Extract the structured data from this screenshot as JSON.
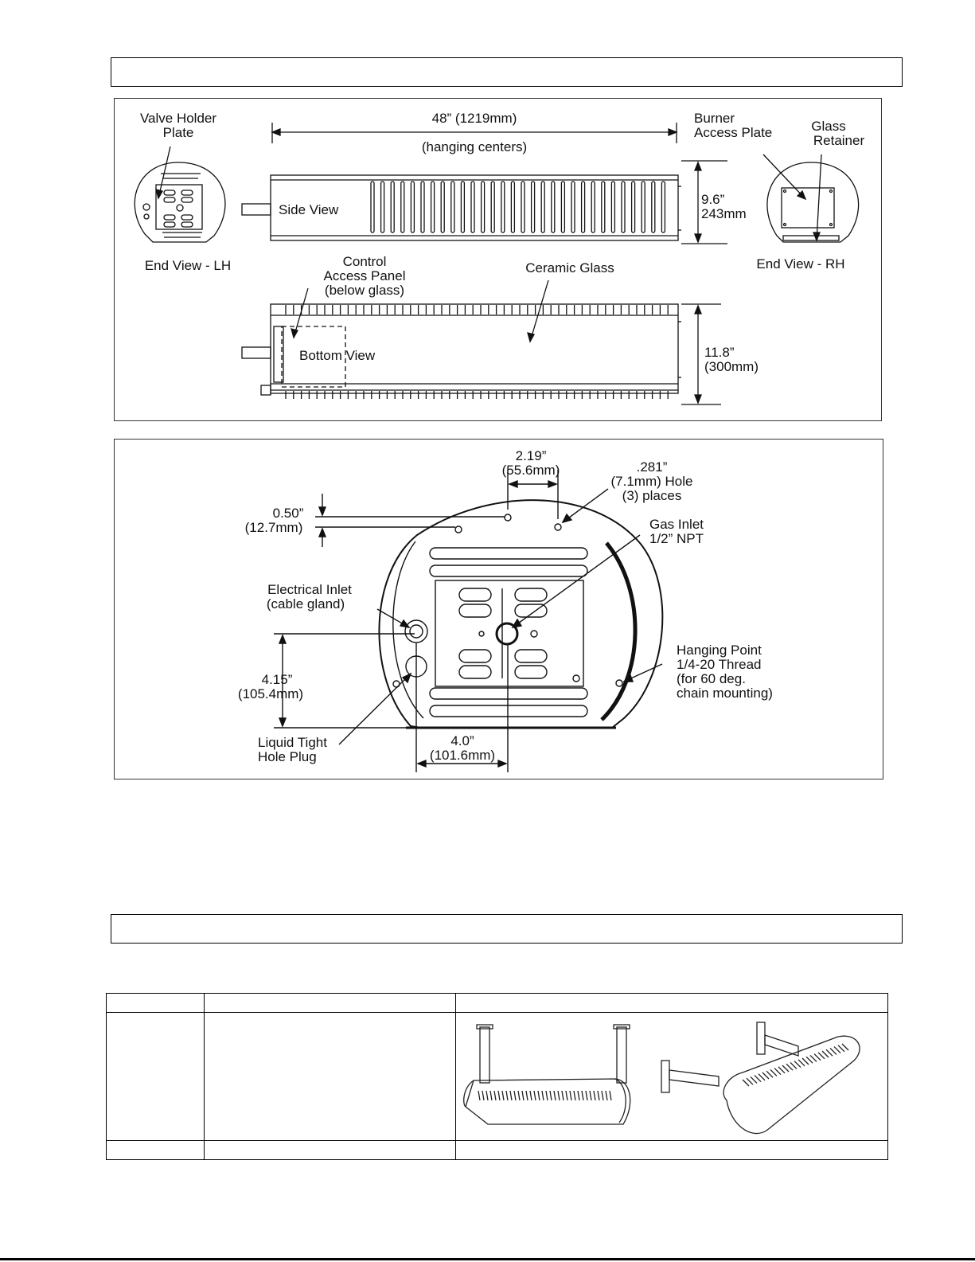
{
  "diagram_top": {
    "dim_length": "48” (1219mm)",
    "dim_length_note": "(hanging centers)",
    "valve_holder_line1": "Valve Holder",
    "valve_holder_line2": "Plate",
    "end_view_lh": "End View - LH",
    "side_view": "Side View",
    "burner_line1": "Burner",
    "burner_line2": "Access Plate",
    "glass_line1": "Glass",
    "glass_line2": "Retainer",
    "end_view_rh": "End View - RH",
    "height_line1": "9.6”",
    "height_line2": "243mm",
    "control_line1": "Control",
    "control_line2": "Access Panel",
    "control_line3": "(below glass)",
    "ceramic_glass": "Ceramic Glass",
    "bottom_view": "Bottom View",
    "width_line1": "11.8”",
    "width_line2": "(300mm)"
  },
  "diagram_end": {
    "dim_219_line1": "2.19”",
    "dim_219_line2": "(55.6mm)",
    "hole_line1": ".281”",
    "hole_line2": "(7.1mm) Hole",
    "hole_line3": "(3) places",
    "dim_050_line1": "0.50”",
    "dim_050_line2": "(12.7mm)",
    "gas_line1": "Gas Inlet",
    "gas_line2": "1/2” NPT",
    "elec_line1": "Electrical Inlet",
    "elec_line2": "(cable gland)",
    "dim_415_line1": "4.15”",
    "dim_415_line2": "(105.4mm)",
    "hang_line1": "Hanging Point",
    "hang_line2": "1/4-20 Thread",
    "hang_line3": "(for 60 deg.",
    "hang_line4": "chain mounting)",
    "plug_line1": "Liquid Tight",
    "plug_line2": "Hole Plug",
    "dim_40_line1": "4.0”",
    "dim_40_line2": "(101.6mm)"
  }
}
